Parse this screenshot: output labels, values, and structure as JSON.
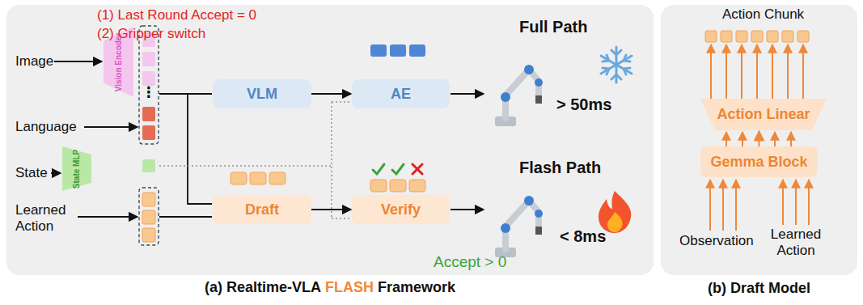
{
  "diagram": {
    "nodes": [
      {
        "text": [
          "Vision Encoder"
        ]
      },
      {
        "text": [
          "State MLP"
        ]
      },
      {
        "text": [
          "VLM"
        ]
      },
      {
        "text": [
          "AE"
        ]
      },
      {
        "text": [
          "Draft"
        ]
      },
      {
        "text": [
          "Verify"
        ]
      },
      {
        "text": [
          "Action Linear"
        ]
      },
      {
        "text": [
          "Gemma Block"
        ]
      }
    ],
    "edges": [
      {
        "from": 2,
        "to": 3,
        "arrow": "to"
      },
      {
        "from": 4,
        "to": 5,
        "arrow": "to"
      },
      {
        "from": 7,
        "to": 6,
        "arrow": "to"
      }
    ],
    "labels": [
      "(1) Last Round Accept = 0",
      "(2) Gripper switch",
      "Image",
      "Language",
      "State",
      "Learned Action",
      "Full Path",
      "> 50ms",
      "Flash Path",
      "< 8ms",
      "Accept > 0",
      "(a) Realtime-VLA",
      "FLASH",
      "Framework",
      "Action Chunk",
      "Observation",
      "Learned Action",
      "(b) Draft Model",
      "⋮"
    ]
  }
}
